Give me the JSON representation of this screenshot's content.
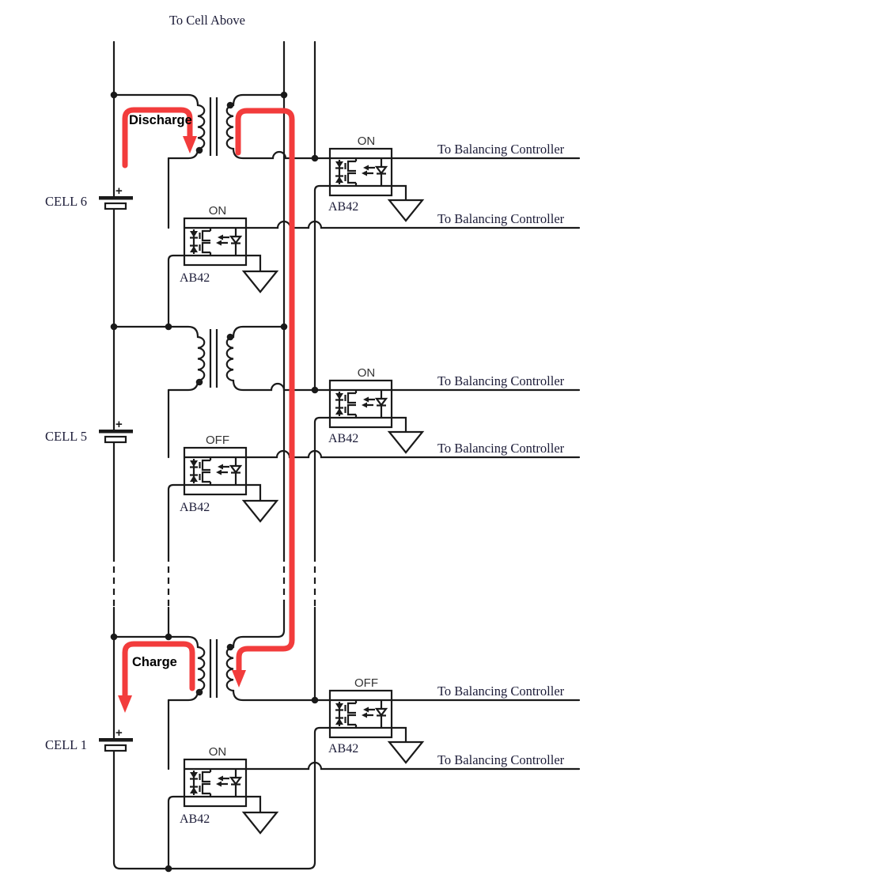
{
  "diagram": {
    "top_label": "To Cell Above",
    "discharge_label": "Discharge",
    "charge_label": "Charge",
    "balancing_label": "To Balancing Controller",
    "plus_sign": "+",
    "cells": [
      {
        "name": "CELL 6"
      },
      {
        "name": "CELL 5"
      },
      {
        "name": "CELL 1"
      }
    ],
    "optocouplers": [
      {
        "id": "cell6-secondary",
        "part": "AB42",
        "state": "ON"
      },
      {
        "id": "cell6-primary",
        "part": "AB42",
        "state": "ON"
      },
      {
        "id": "cell5-secondary",
        "part": "AB42",
        "state": "ON"
      },
      {
        "id": "cell5-primary",
        "part": "AB42",
        "state": "OFF"
      },
      {
        "id": "cell1-secondary",
        "part": "AB42",
        "state": "OFF"
      },
      {
        "id": "cell1-primary",
        "part": "AB42",
        "state": "ON"
      }
    ],
    "colors": {
      "wire": "#1a1a1a",
      "highlight_red": "#f23c3c",
      "label_text": "#1c1c38",
      "state_text": "#333333"
    }
  }
}
